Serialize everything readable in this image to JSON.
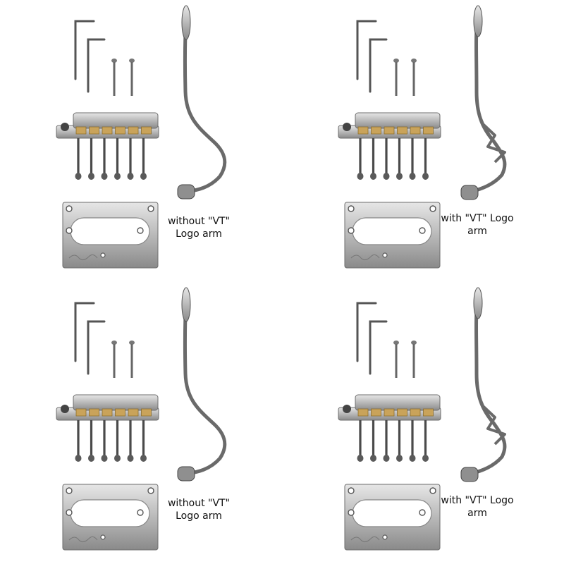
{
  "panels": [
    {
      "variant": "without-logo",
      "caption_line1": "without \"VT\"",
      "caption_line2": "Logo arm"
    },
    {
      "variant": "with-logo",
      "caption_line1": "with \"VT\" Logo",
      "caption_line2": "arm"
    },
    {
      "variant": "without-logo",
      "caption_line1": "without \"VT\"",
      "caption_line2": "Logo arm"
    },
    {
      "variant": "with-logo",
      "caption_line1": "with \"VT\" Logo",
      "caption_line2": "arm"
    }
  ],
  "colors": {
    "chrome": "#b9b9b9",
    "chrome_dark": "#6d6d6d",
    "brass": "#c9a35a",
    "background": "#ffffff"
  }
}
